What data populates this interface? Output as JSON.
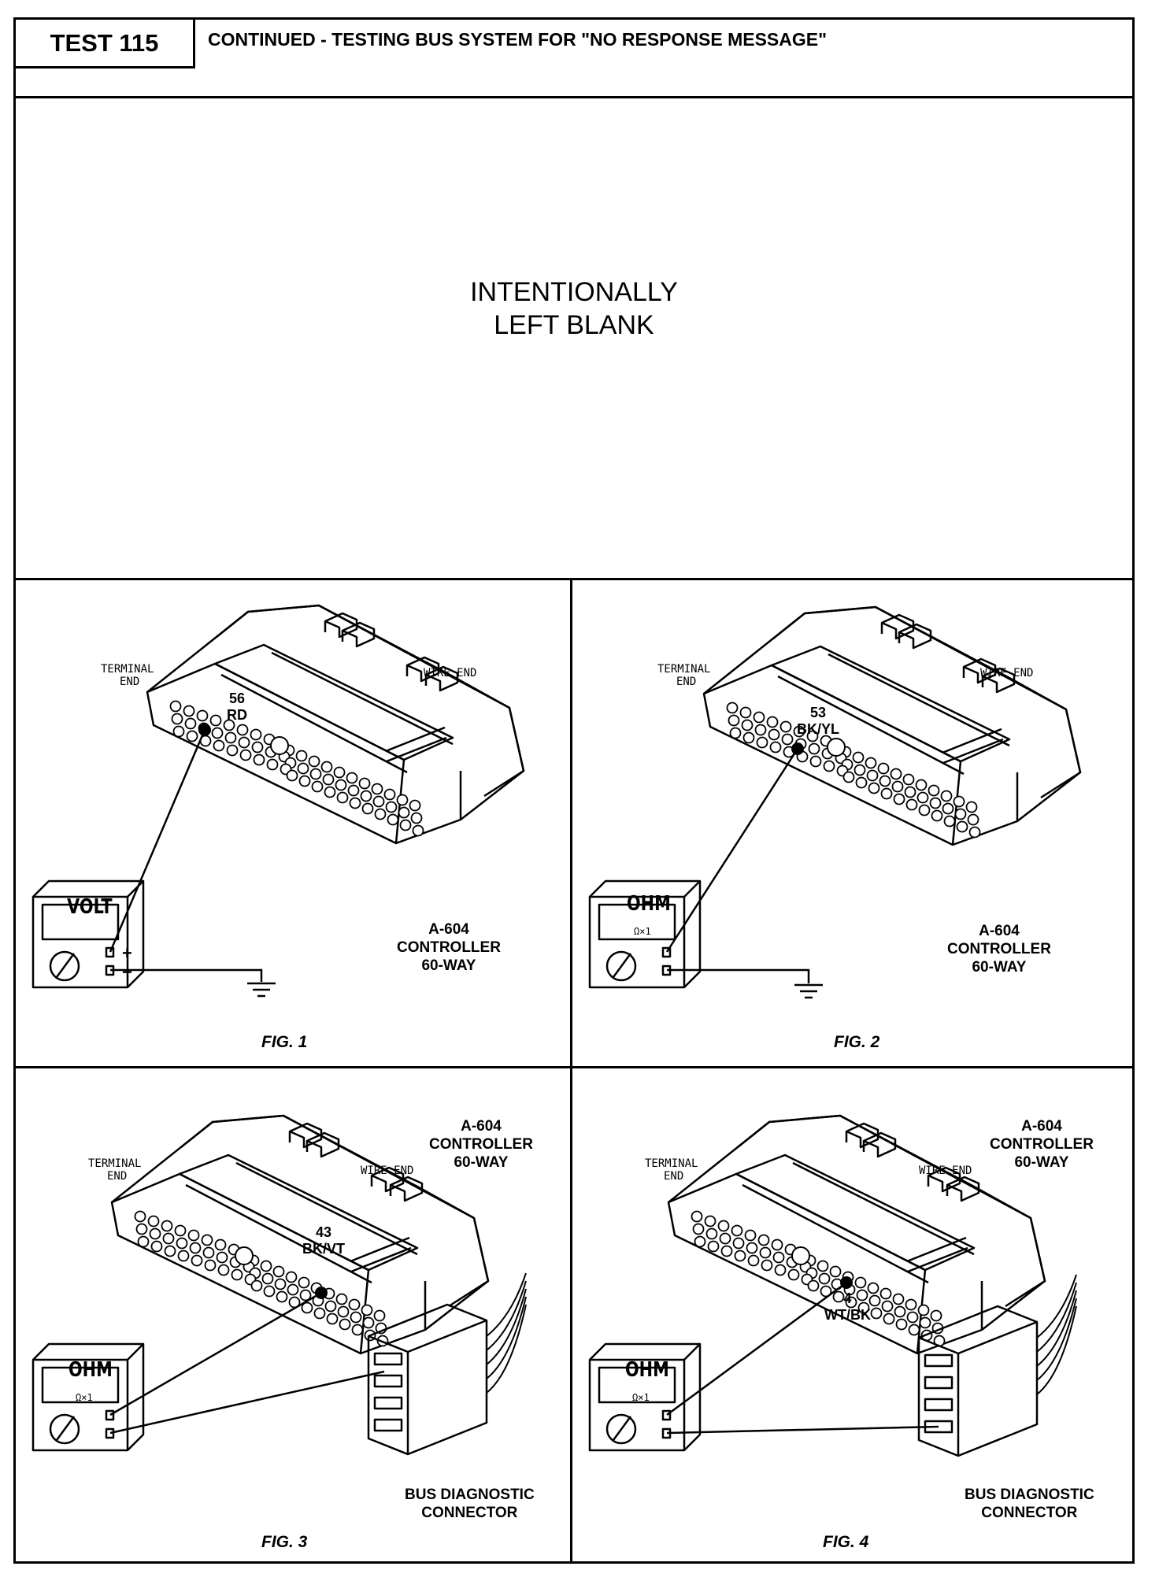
{
  "header": {
    "test_label": "TEST 115",
    "title": "CONTINUED - TESTING BUS SYSTEM FOR \"NO RESPONSE MESSAGE\""
  },
  "blank_panel": {
    "line1": "INTENTIONALLY",
    "line2": "LEFT BLANK"
  },
  "figures": [
    {
      "caption": "FIG. 1",
      "meter_display": "VOLT",
      "meter_plus": "+",
      "meter_minus": "−",
      "pin_number": "56",
      "pin_color": "RD",
      "terminal_end": [
        "TERMINAL",
        "END"
      ],
      "wire_end": "WIRE END",
      "controller": [
        "A-604",
        "CONTROLLER",
        "60-WAY"
      ]
    },
    {
      "caption": "FIG. 2",
      "meter_display": "OHM",
      "meter_range": "Ω×1",
      "pin_number": "53",
      "pin_color": "BK/YL",
      "terminal_end": [
        "TERMINAL",
        "END"
      ],
      "wire_end": "WIRE END",
      "controller": [
        "A-604",
        "CONTROLLER",
        "60-WAY"
      ]
    },
    {
      "caption": "FIG. 3",
      "meter_display": "OHM",
      "meter_range": "Ω×1",
      "pin_number": "43",
      "pin_color": "BK/VT",
      "terminal_end": [
        "TERMINAL",
        "END"
      ],
      "wire_end": "WIRE END",
      "controller": [
        "A-604",
        "CONTROLLER",
        "60-WAY"
      ],
      "bus_connector": [
        "BUS DIAGNOSTIC",
        "CONNECTOR"
      ]
    },
    {
      "caption": "FIG. 4",
      "meter_display": "OHM",
      "meter_range": "Ω×1",
      "pin_number": "4",
      "pin_color": "WT/BK",
      "terminal_end": [
        "TERMINAL",
        "END"
      ],
      "wire_end": "WIRE END",
      "controller": [
        "A-604",
        "CONTROLLER",
        "60-WAY"
      ],
      "bus_connector": [
        "BUS DIAGNOSTIC",
        "CONNECTOR"
      ]
    }
  ]
}
